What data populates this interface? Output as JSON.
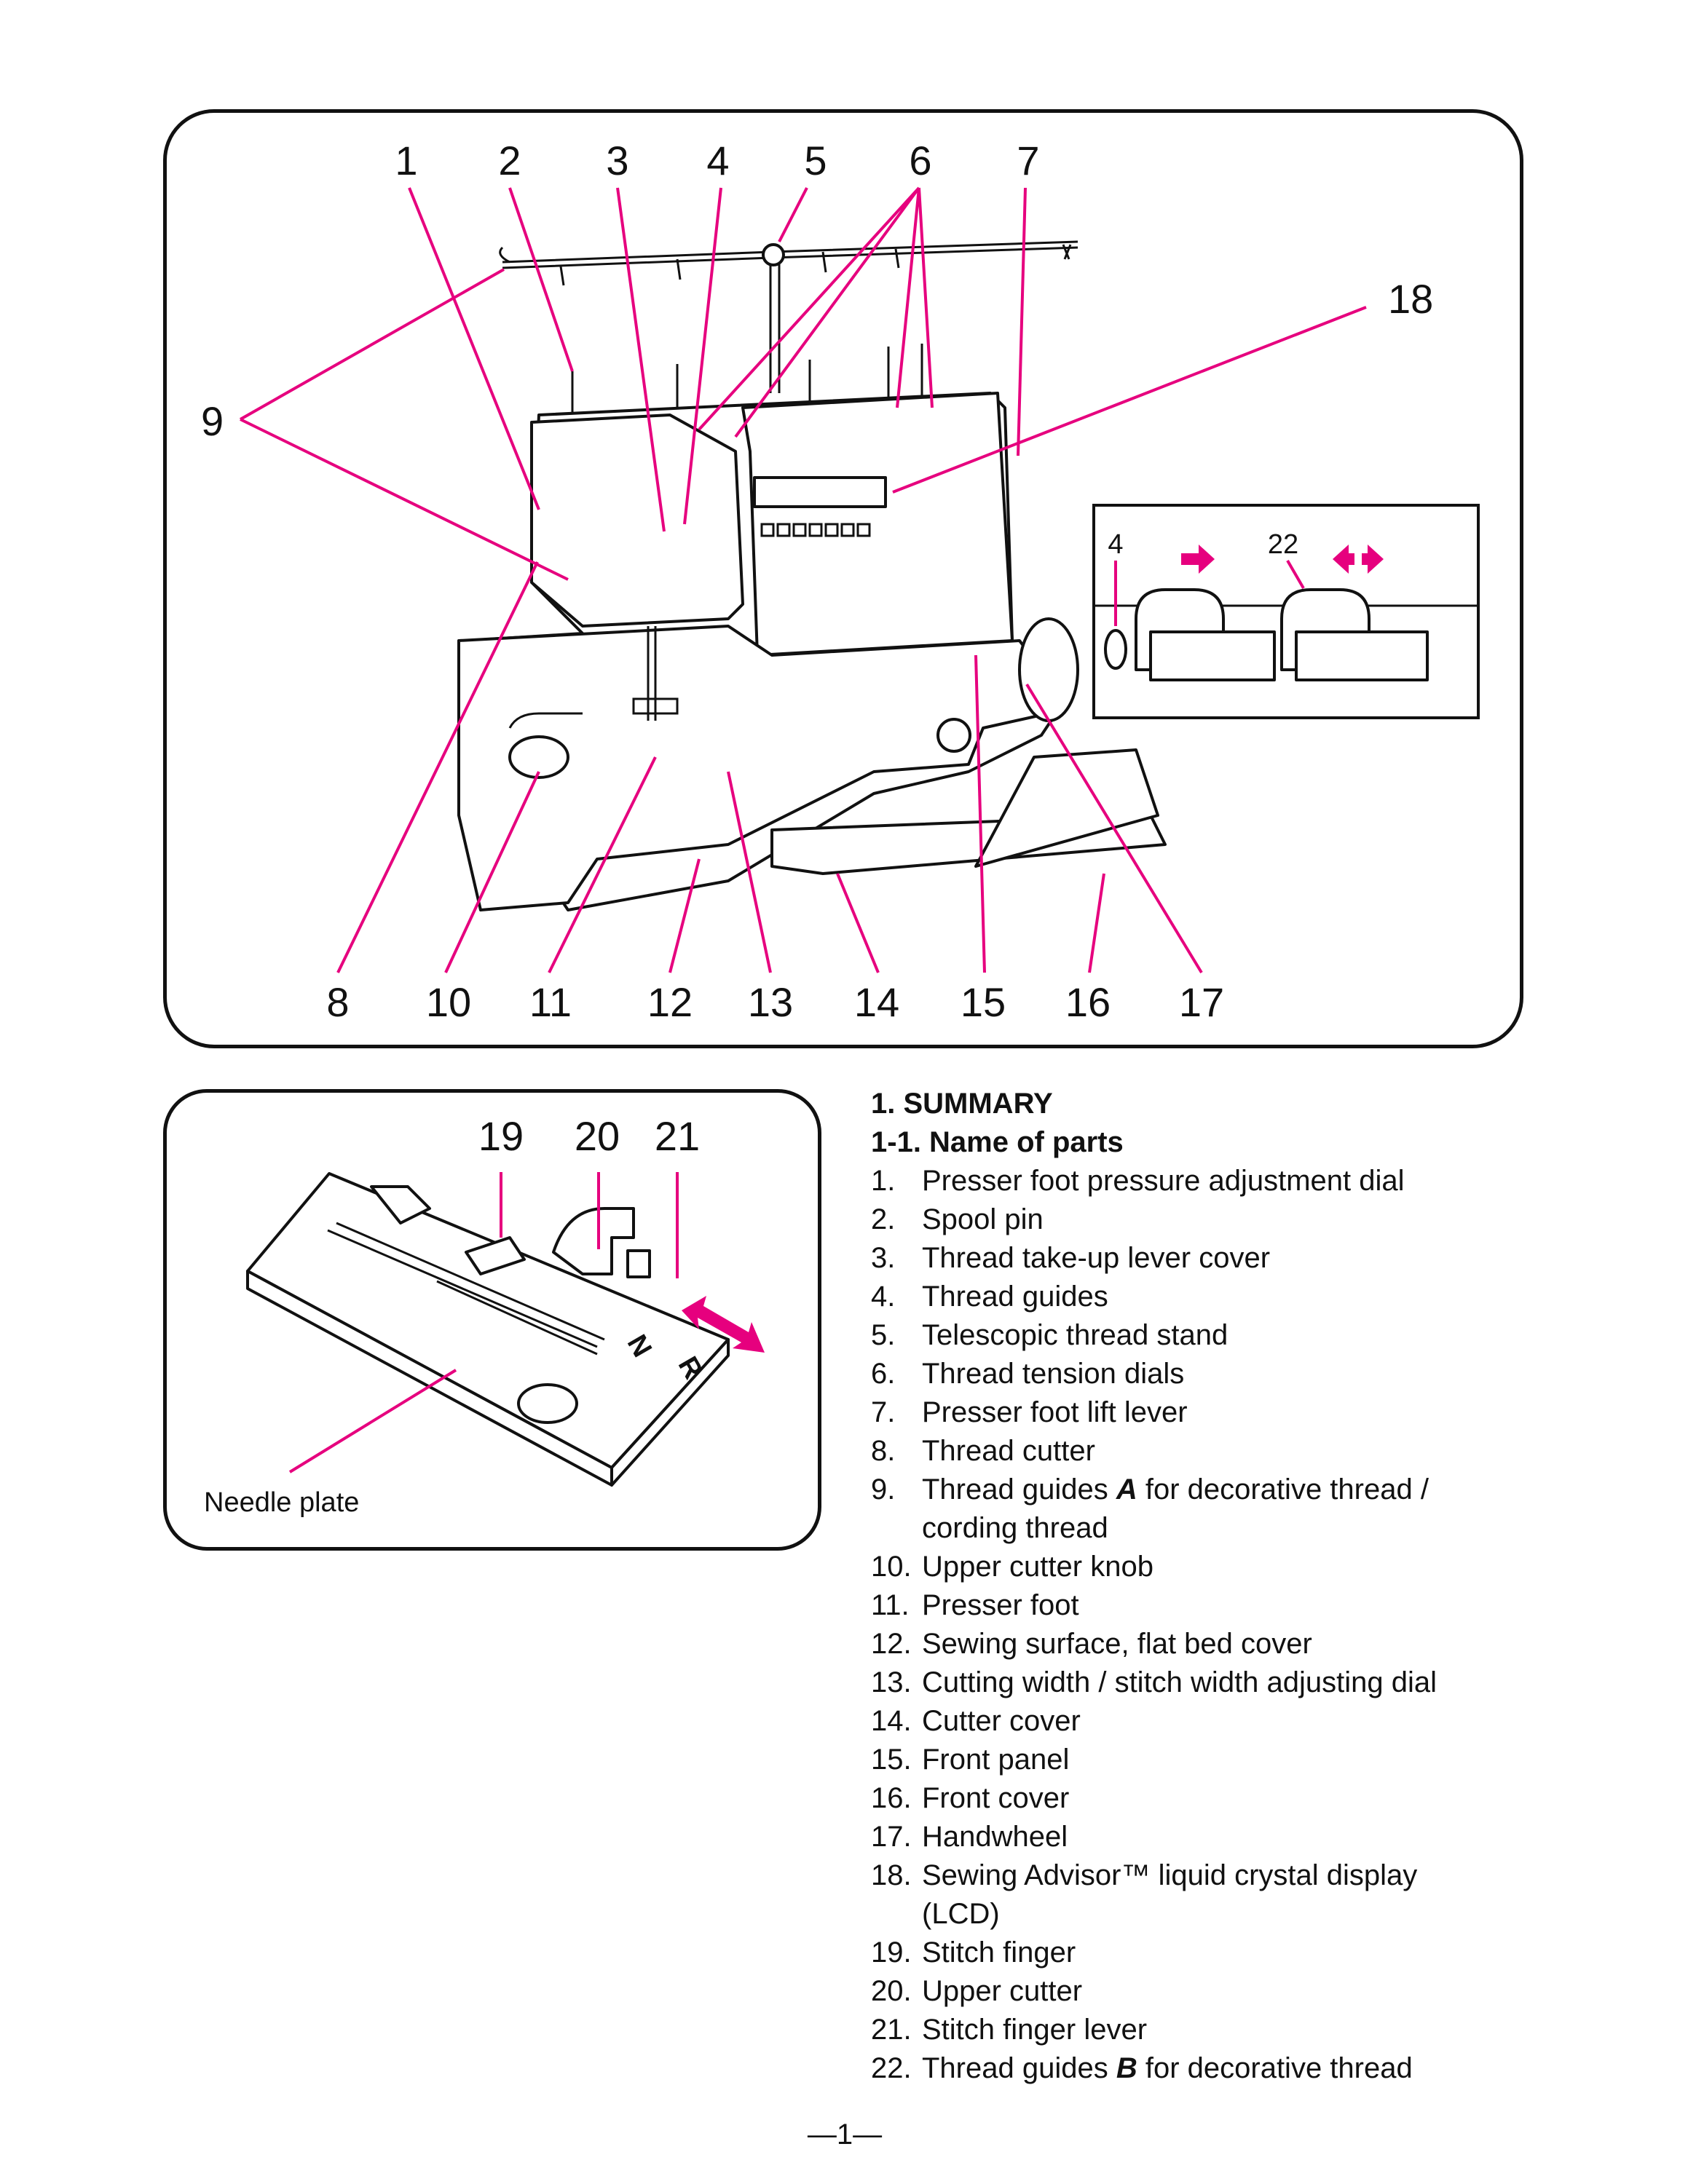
{
  "figure": {
    "top_labels": [
      "1",
      "2",
      "3",
      "4",
      "5",
      "6",
      "7"
    ],
    "right_label": "18",
    "left_label": "9",
    "bottom_labels": [
      "8",
      "10",
      "11",
      "12",
      "13",
      "14",
      "15",
      "16",
      "17"
    ],
    "inset_labels": [
      "4",
      "22"
    ],
    "plate_labels": [
      "19",
      "20",
      "21"
    ],
    "plate_marks": [
      "N",
      "R"
    ],
    "plate_caption": "Needle plate"
  },
  "section": {
    "title": "1. SUMMARY",
    "subtitle": "1-1. Name of parts"
  },
  "parts": [
    {
      "num": "1.",
      "text": "Presser foot pressure adjustment dial"
    },
    {
      "num": "2.",
      "text": "Spool pin"
    },
    {
      "num": "3.",
      "text": "Thread take-up lever cover"
    },
    {
      "num": "4.",
      "text": "Thread guides"
    },
    {
      "num": "5.",
      "text": "Telescopic thread stand"
    },
    {
      "num": "6.",
      "text": "Thread tension dials"
    },
    {
      "num": "7.",
      "text": "Presser foot lift lever"
    },
    {
      "num": "8.",
      "text": "Thread cutter"
    },
    {
      "num": "9.",
      "text": "Thread guides ",
      "em": "A",
      "after": " for decorative thread /",
      "cont": "cording thread"
    },
    {
      "num": "10.",
      "text": "Upper cutter knob"
    },
    {
      "num": "11.",
      "text": "Presser foot"
    },
    {
      "num": "12.",
      "text": "Sewing surface, flat bed cover"
    },
    {
      "num": "13.",
      "text": "Cutting width / stitch width adjusting dial"
    },
    {
      "num": "14.",
      "text": "Cutter cover"
    },
    {
      "num": "15.",
      "text": "Front panel"
    },
    {
      "num": "16.",
      "text": "Front cover"
    },
    {
      "num": "17.",
      "text": "Handwheel"
    },
    {
      "num": "18.",
      "text": "Sewing Advisor™ liquid crystal display",
      "cont": "(LCD)"
    },
    {
      "num": "19.",
      "text": "Stitch finger"
    },
    {
      "num": "20.",
      "text": "Upper cutter"
    },
    {
      "num": "21.",
      "text": "Stitch finger lever"
    },
    {
      "num": "22.",
      "text": "Thread guides ",
      "em": "B",
      "after": " for decorative thread"
    }
  ],
  "page_number": "—1—",
  "colors": {
    "leader": "#e6007e",
    "ink": "#111111"
  }
}
